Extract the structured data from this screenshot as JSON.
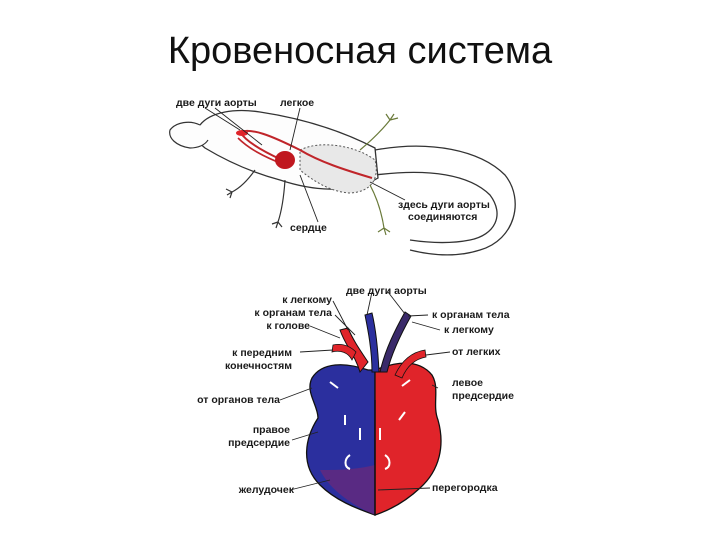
{
  "title": "Кровеносная система",
  "lizard": {
    "label_two_arches": "две дуги аорты",
    "label_lung": "легкое",
    "label_heart": "сердце",
    "label_join_line1": "здесь дуги аорты",
    "label_join_line2": "соединяются"
  },
  "heart": {
    "label_two_arches": "две дуги аорты",
    "label_to_lung_left": "к легкому",
    "label_to_organs_left": "к органам тела",
    "label_to_head": "к голове",
    "label_to_forelimbs_line1": "к передним",
    "label_to_forelimbs_line2": "конечностям",
    "label_from_organs": "от органов тела",
    "label_right_atrium_line1": "правое",
    "label_right_atrium_line2": "предсердие",
    "label_ventricle": "желудочек",
    "label_to_organs_right": "к органам тела",
    "label_to_lung_right": "к легкому",
    "label_from_lungs": "от легких",
    "label_left_atrium_line1": "левое",
    "label_left_atrium_line2": "предсердие",
    "label_septum": "перегородка"
  },
  "colors": {
    "arterial": "#e0242a",
    "venous": "#2b2f9e",
    "mixed": "#6a2a7a"
  }
}
